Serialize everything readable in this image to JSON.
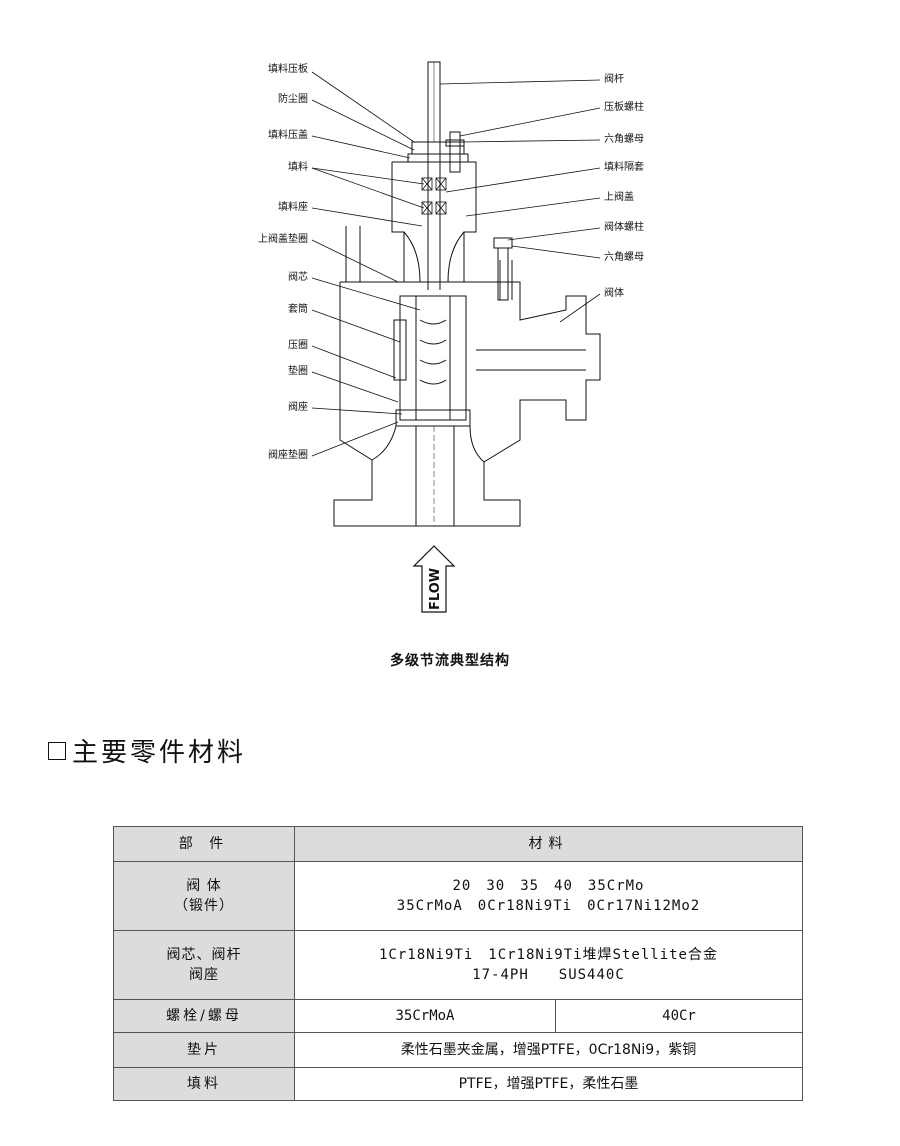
{
  "diagram": {
    "left_labels": [
      "填料压板",
      "防尘圈",
      "填料压盖",
      "填料",
      "填料座",
      "上阀盖垫圈",
      "阀芯",
      "套筒",
      "压圈",
      "垫圈",
      "阀座",
      "阀座垫圈"
    ],
    "right_labels": [
      "阀杆",
      "压板螺柱",
      "六角螺母",
      "填料隔套",
      "上阀盖",
      "阀体螺柱",
      "六角螺母",
      "阀体"
    ],
    "flow_label": "FLOW",
    "caption": "多级节流典型结构"
  },
  "section_title": "主要零件材料",
  "table": {
    "headers": [
      "部 件",
      "材料"
    ],
    "rows": [
      {
        "part": [
          "阀 体",
          "（锻件）"
        ],
        "material": [
          "20　30　35　40　35CrMo",
          "35CrMoA　0Cr18Ni9Ti　0Cr17Ni12Mo2"
        ]
      },
      {
        "part": [
          "阀芯、阀杆",
          "阀座"
        ],
        "material": [
          "1Cr18Ni9Ti　1Cr18Ni9Ti堆焊Stellite合金",
          "17-4PH　　SUS440C"
        ]
      },
      {
        "part": [
          "螺栓/螺母"
        ],
        "material_a": "35CrMoA",
        "material_b": "40Cr"
      },
      {
        "part": [
          "垫片"
        ],
        "material": [
          "柔性石墨夹金属，增强PTFE，0Cr18Ni9，紫铜"
        ]
      },
      {
        "part": [
          "填料"
        ],
        "material": [
          "PTFE，增强PTFE，柔性石墨"
        ]
      }
    ]
  }
}
